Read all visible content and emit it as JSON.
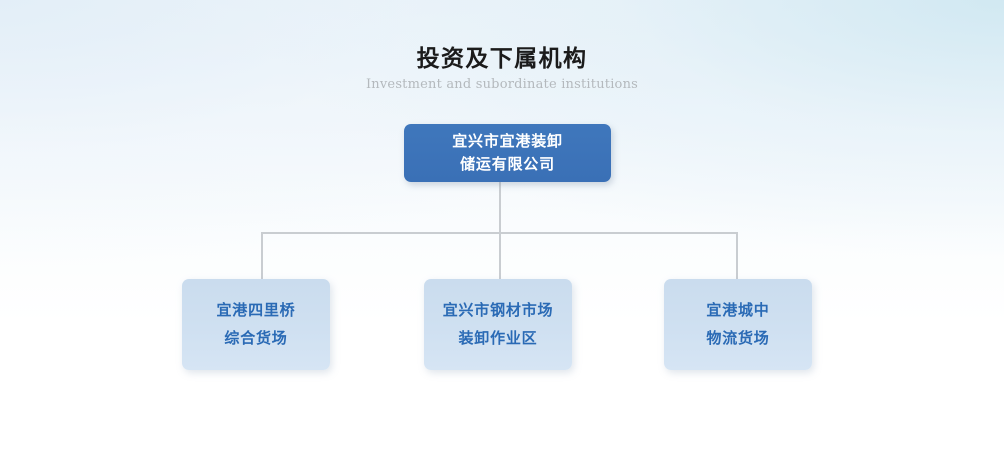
{
  "heading": {
    "title_cn": "投资及下属机构",
    "title_en": "Investment and subordinate institutions"
  },
  "org_chart": {
    "root": {
      "lines": [
        "宜兴市宜港装卸",
        "储运有限公司"
      ],
      "fill_color": "#3b73b9",
      "text_color": "#ffffff"
    },
    "children": [
      {
        "lines": [
          "宜港四里桥",
          "综合货场"
        ],
        "fill_color": "#cddeef",
        "text_color": "#2a6ab5"
      },
      {
        "lines": [
          "宜兴市钢材市场",
          "装卸作业区"
        ],
        "fill_color": "#cddeef",
        "text_color": "#2a6ab5"
      },
      {
        "lines": [
          "宜港城中",
          "物流货场"
        ],
        "fill_color": "#cddeef",
        "text_color": "#2a6ab5"
      }
    ],
    "connector_color": "#c9cdd1"
  },
  "background": {
    "top_color": "#e9f2f8",
    "bottom_color": "#ffffff"
  }
}
